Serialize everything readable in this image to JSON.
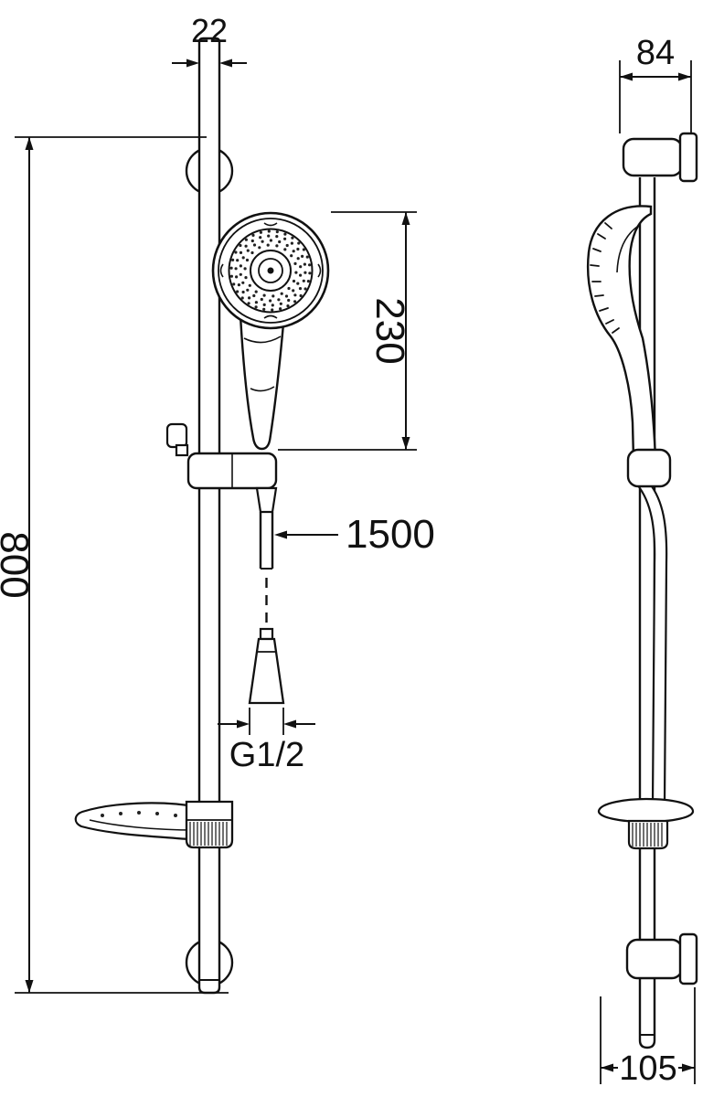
{
  "dimensions": {
    "rail_width": "22",
    "bracket_depth": "84",
    "handset_length": "230",
    "bar_height": "800",
    "hose_length": "1500",
    "thread": "G1/2",
    "base_depth": "105"
  }
}
